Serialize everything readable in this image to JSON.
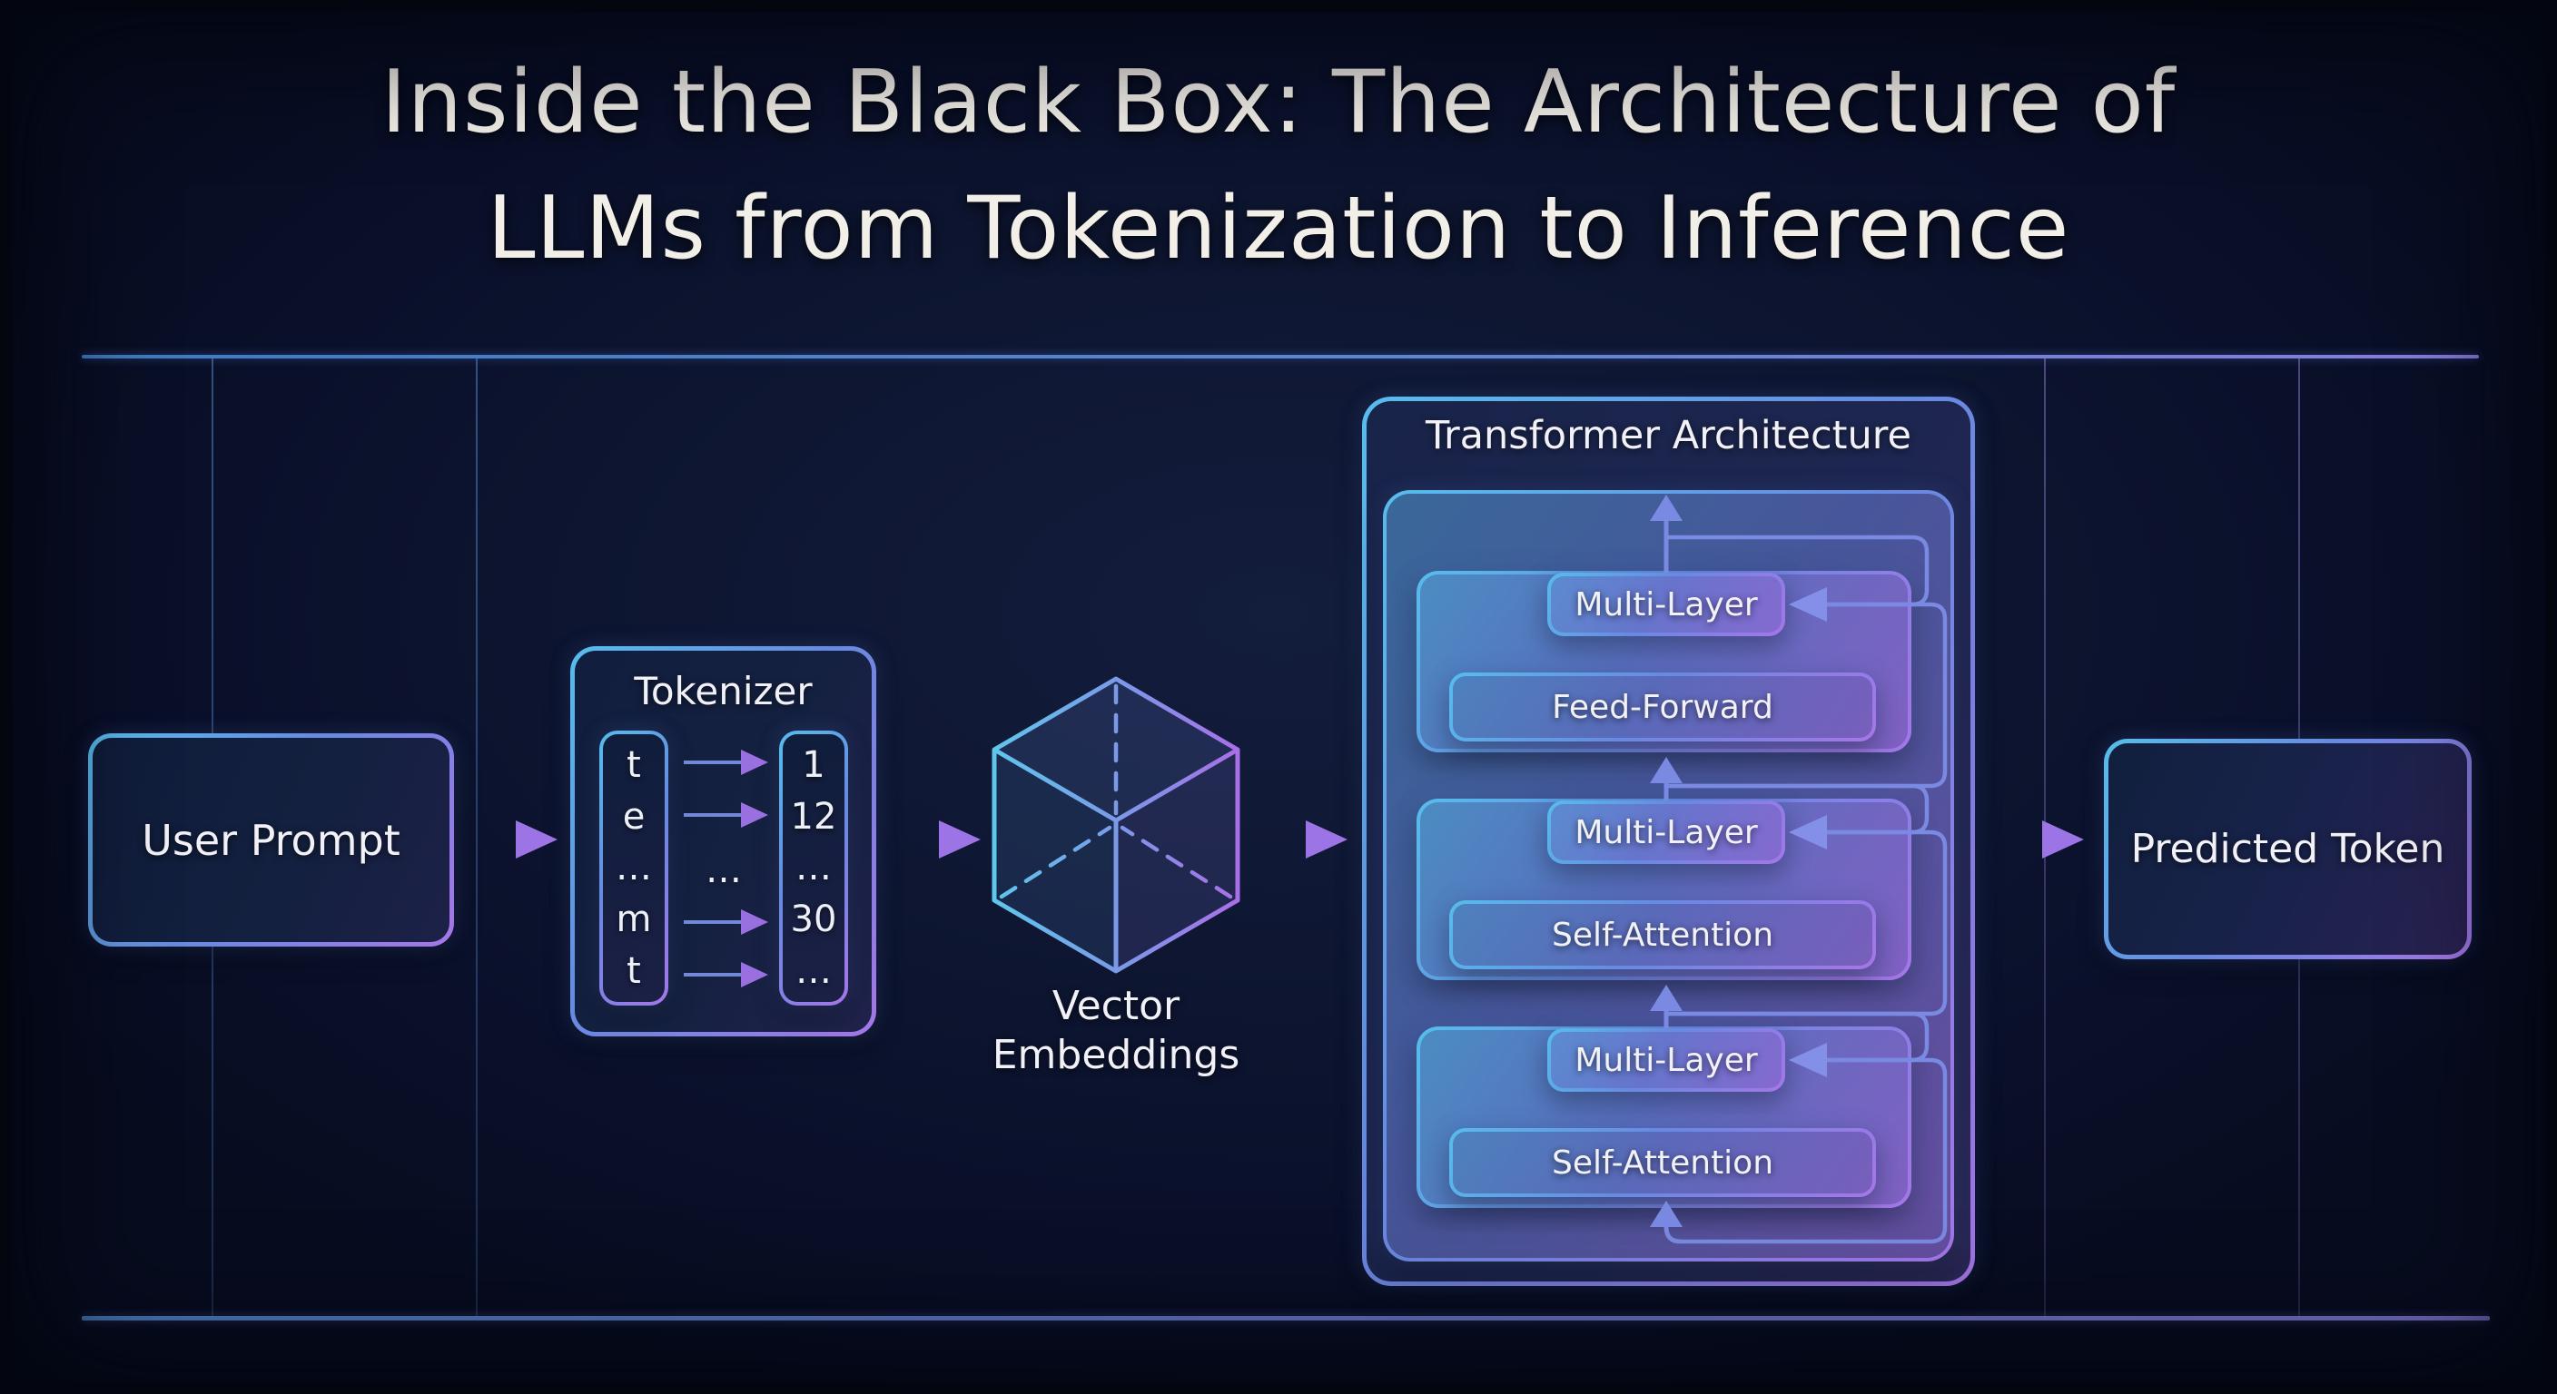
{
  "title": {
    "line1": "Inside the Black Box: The Architecture of",
    "line2": "LLMs from Tokenization to Inference"
  },
  "user_prompt": {
    "label": "User Prompt"
  },
  "tokenizer": {
    "title": "Tokenizer",
    "chars": [
      "t",
      "e",
      "…",
      "m",
      "t"
    ],
    "ids": [
      "1",
      "12",
      "…",
      "30",
      "…"
    ],
    "gap_ellipsis": "…"
  },
  "embeddings": {
    "line1": "Vector",
    "line2": "Embeddings"
  },
  "transformer": {
    "title": "Transformer Architecture",
    "layers": [
      {
        "header": "Multi-Layer",
        "body": "Feed-Forward"
      },
      {
        "header": "Multi-Layer",
        "body": "Self-Attention"
      },
      {
        "header": "Multi-Layer",
        "body": "Self-Attention"
      }
    ]
  },
  "predicted_token": {
    "label": "Predicted Token"
  },
  "colors": {
    "background": "#0d1530",
    "accent_blue": "#57bdec",
    "accent_purple": "#a576e8",
    "arrow_shaft": "#7e91e0",
    "arrow_head": "#9d74e6",
    "connector": "#7a8ae2",
    "text": "#f2efe8"
  }
}
